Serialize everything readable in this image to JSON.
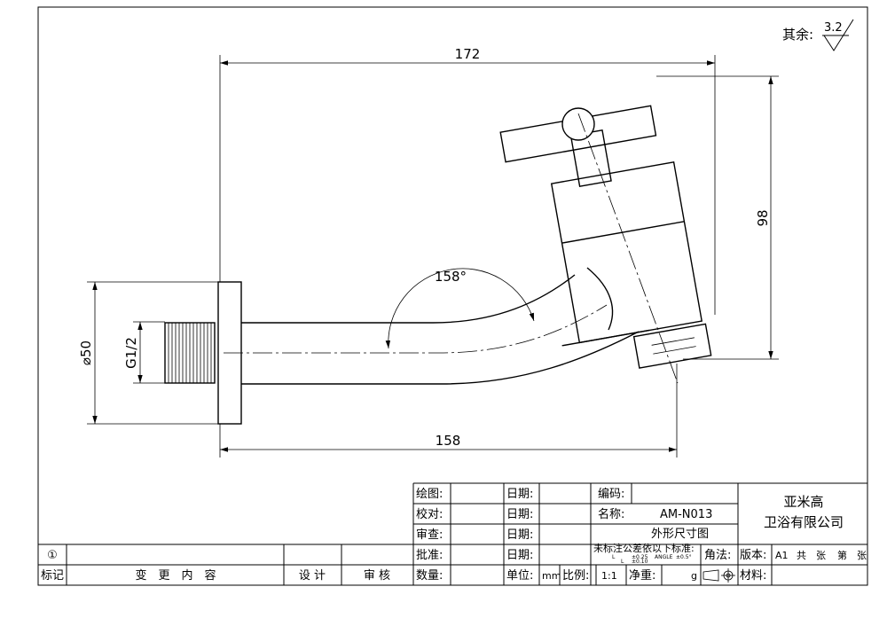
{
  "surface_finish": {
    "label": "其余:",
    "value": "3.2"
  },
  "dimensions": {
    "total_length": "172",
    "base_length": "158",
    "height": "98",
    "flange_diameter": "⌀50",
    "thread": "G1/2",
    "bend_angle": "158°"
  },
  "title_block": {
    "drawn": "绘图:",
    "checked": "校对:",
    "reviewed": "审查:",
    "approved": "批准:",
    "date": "日期:",
    "code": "编码:",
    "name": "名称:",
    "model": "AM-N013",
    "drawing_title": "外形尺寸图",
    "tolerance_note": "未标注公差依以下标准:",
    "tol_a": "L",
    "tol_b": "±0.25",
    "tol_c": "ANGLE",
    "tol_d": "±0.5°",
    "tol_e": "±0.10",
    "tol_f": "L",
    "angle_method": "角法:",
    "version": "版本:",
    "version_value": "A1",
    "total": "共",
    "sheets": "张",
    "sheet_no": "第",
    "sheets2": "张",
    "company_line1": "亚米高",
    "company_line2": "卫浴有限公司",
    "quantity": "数量:",
    "unit": "单位:",
    "unit_value": "mm",
    "scale": "比例:",
    "scale_value": "1:1",
    "net_weight": "净重:",
    "weight_unit": "g",
    "material": "材料:",
    "revision_marker": "①",
    "rev_mark": "标记",
    "rev_content": "变　更　内　容",
    "rev_design": "设 计",
    "rev_review": "审 核"
  }
}
